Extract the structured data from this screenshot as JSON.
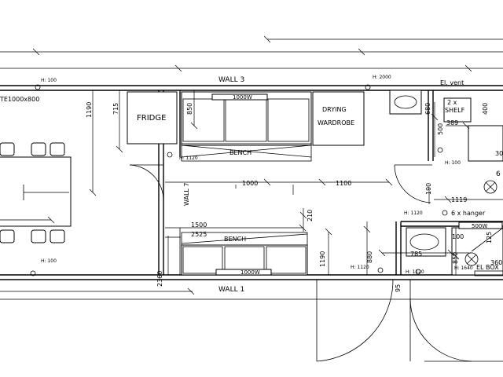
{
  "labels": {
    "wall_3": "WALL 3",
    "wall_1": "WALL 1",
    "wall_7": "WALL 7",
    "window": "TE1000x800",
    "fridge": "FRIDGE",
    "drying_1": "DRYING",
    "drying_2": "WARDROBE",
    "bench_top": "BENCH",
    "bench_bottom": "BENCH",
    "heater_top": "1000W",
    "heater_bottom": "1000W",
    "heater_right": "500W",
    "el_vent": "El. vent",
    "shelf_1": "2 x",
    "shelf_2": "SHELF",
    "hanger": "6 x hanger",
    "el_box": "EL BOX",
    "six_partial": "6"
  },
  "heights": {
    "h100_top": "H: 100",
    "h2000": "H: 2000",
    "h1120_a": "H: 1120",
    "h100_right": "H: 100",
    "h1120_b": "H: 1120",
    "h100_bottom": "H: 100",
    "h1120_c": "H: 1120",
    "h1120_d": "H: 1120",
    "h1640": "H: 1640"
  },
  "dimensions": {
    "d1190_left": "1190",
    "d715": "715",
    "d850_a": "850",
    "d680": "680",
    "d500": "500",
    "d389": "389",
    "d400": "400",
    "d30": "30",
    "d1000": "1000",
    "d1100": "1100",
    "d190": "190",
    "d1119": "1119",
    "d1500": "1500",
    "d2525": "2525",
    "d210": "210",
    "d2360": "2360",
    "d1190_mid": "1190",
    "d880": "880",
    "d785": "785",
    "d850_b": "850",
    "d95": "95",
    "d125": "125",
    "d100": "100",
    "d360": "360"
  }
}
